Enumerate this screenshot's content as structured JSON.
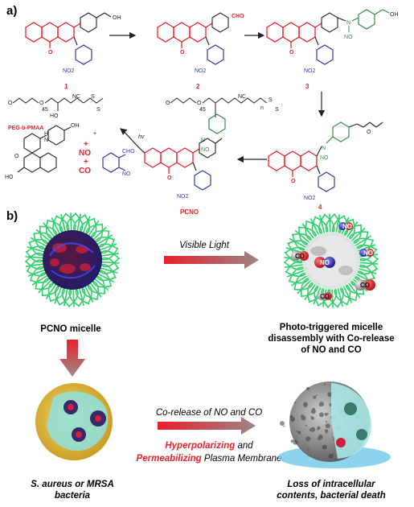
{
  "panel_a": {
    "label": "a)",
    "compounds": {
      "c1": {
        "number": "1",
        "oh": "OH",
        "no2": "NO2",
        "o": "O"
      },
      "c2": {
        "number": "2",
        "cho": "CHO",
        "no2": "NO2",
        "o": "O"
      },
      "c3": {
        "number": "3",
        "oh": "OH",
        "n": "N",
        "no": "NO",
        "no2": "NO2",
        "o": "O"
      },
      "c4": {
        "number": "4",
        "n": "N",
        "no": "NO",
        "no2": "NO2",
        "o": "O"
      },
      "pcno": {
        "name": "PCNO",
        "n": "N",
        "no": "NO",
        "no2": "NO2",
        "o": "O",
        "sub45": "45",
        "subn": "n",
        "nc": "NC",
        "s": "S"
      }
    },
    "polymer": {
      "name": "PEG-b-PMAA",
      "sub45": "45",
      "nc": "NC",
      "s": "S",
      "ho": "HO",
      "o": "O"
    },
    "dot": "·",
    "products": {
      "plus1": "+",
      "no": "NO",
      "plus2": "+",
      "co": "CO",
      "plus3": "+",
      "hv": "hv",
      "cho": "CHO",
      "no_group": "NO",
      "ho": "HO",
      "h": "H",
      "n": "N",
      "oh": "OH",
      "o": "O"
    }
  },
  "panel_b": {
    "label": "b)",
    "visible_light": "Visible Light",
    "micelle_caption": "PCNO micelle",
    "disassembly_caption_1": "Photo-triggered micelle",
    "disassembly_caption_2": "disassembly with Co-release",
    "disassembly_caption_3": "of NO and CO",
    "corelease_label": "Co-release of NO and CO",
    "hyperpolarizing": "Hyperpolarizing",
    "and": " and",
    "permeabilizing": "Permeabilizing",
    "plasma_membrane": " Plasma Membrane",
    "bacteria_caption_1": "S. aureus or MRSA",
    "bacteria_caption_2": "bacteria",
    "death_caption_1": "Loss of intracellular",
    "death_caption_2": "contents, bacterial death",
    "ball_no": "NO",
    "ball_co": "CO"
  },
  "colors": {
    "flavonol_red": "#e8202a",
    "nitrobenzyl_blue": "#2f3aa8",
    "linker_green": "#3a8a4a",
    "arrow_red": "#e8202a",
    "arrow_grey": "#9a7f7f",
    "bacteria_yellow": "#e8c238",
    "corona_green": "#2fd06a"
  }
}
